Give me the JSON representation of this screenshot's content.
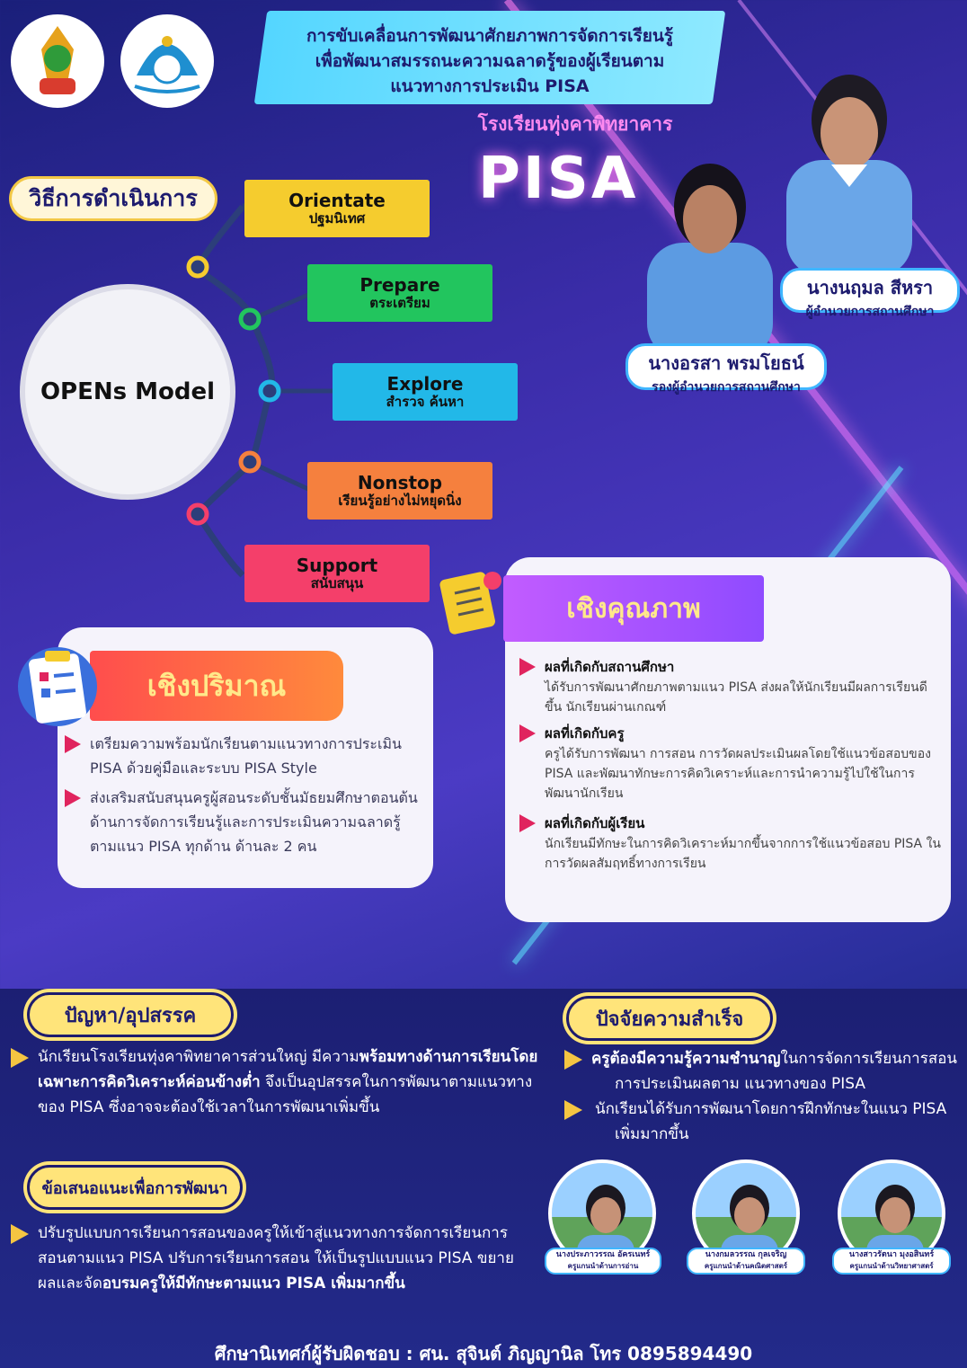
{
  "header": {
    "title_line1": "การขับเคลื่อนการพัฒนาศักยภาพการจัดการเรียนรู้",
    "title_line2": "เพื่อพัฒนาสมรรถนะความฉลาดรู้ของผู้เรียนตาม",
    "title_line3": "แนวทางการประเมิน PISA",
    "school": "โรงเรียนทุ่งคาพิทยาคาร",
    "big_label": "PISA"
  },
  "people": {
    "director_name": "นางนฤมล สีหรา",
    "director_role": "ผู้อำนวยการสถานศึกษา",
    "deputy_name": "นางอรสา พรมโยธน์",
    "deputy_role": "รองผู้อำนวยการสถานศึกษา"
  },
  "method": {
    "heading": "วิธีการดำเนินการ",
    "model": "OPENs Model",
    "steps": [
      {
        "en": "Orientate",
        "th": "ปฐมนิเทศ",
        "color": "#f5cc2e"
      },
      {
        "en": "Prepare",
        "th": "ตระเตรียม",
        "color": "#22c55e"
      },
      {
        "en": "Explore",
        "th": "สำรวจ ค้นหา",
        "color": "#22b8e8"
      },
      {
        "en": "Nonstop",
        "th": "เรียนรู้อย่างไม่หยุดนิ่ง",
        "color": "#f5803e"
      },
      {
        "en": "Support",
        "th": "สนับสนุน",
        "color": "#f43f6a"
      }
    ]
  },
  "quantity": {
    "label": "เชิงปริมาณ",
    "item1": "เตรียมความพร้อมนักเรียนตามแนวทางการประเมิน PISA ด้วยคู่มือและระบบ PISA Style",
    "item2": "ส่งเสริมสนับสนุนครูผู้สอนระดับชั้นมัธยมศึกษาตอนต้น ด้านการจัดการเรียนรู้และการประเมินความฉลาดรู้ตามแนว PISA ทุกด้าน ด้านละ 2 คน"
  },
  "quality": {
    "label": "เชิงคุณภาพ",
    "h1": "ผลที่เกิดกับสถานศึกษา",
    "b1": "ได้รับการพัฒนาศักยภาพตามแนว PISA ส่งผลให้นักเรียนมีผลการเรียนดีขึ้น นักเรียนผ่านเกณฑ์",
    "h2": "ผลที่เกิดกับครู",
    "b2": "ครูได้รับการพัฒนา การสอน การวัดผลประเมินผลโดยใช้แนวข้อสอบของ PISA และพัฒนาทักษะการคิดวิเคราะห์และการนำความรู้ไปใช้ในการพัฒนานักเรียน",
    "h3": "ผลที่เกิดกับผู้เรียน",
    "b3": "นักเรียนมีทักษะในการคิดวิเคราะห์มากขึ้นจากการใช้แนวข้อสอบ PISA ในการวัดผลสัมฤทธิ์ทางการเรียน"
  },
  "problems": {
    "heading": "ปัญหา/อุปสรรค",
    "t1": "นักเรียนโรงเรียนทุ่งคาพิทยาคารส่วนใหญ่ มีความ",
    "t2": "พร้อมทางด้านการเรียนโดยเฉพาะการคิดวิเคราะห์ค่อนข้างต่ำ",
    "t3": " จึงเป็นอุปสรรคในการพัฒนาตามแนวทางของ PISA ซึ่งอาจจะต้องใช้เวลาในการพัฒนาเพิ่มขึ้น"
  },
  "success": {
    "heading": "ปัจจัยความสำเร็จ",
    "i1_bold": "ครูต้องมีความรู้ความชำนาญ",
    "i1_rest": "ในการจัดการเรียนการสอน",
    "i1_line2": "การประเมินผลตาม  แนวทางของ PISA",
    "i2_line1": "นักเรียนได้รับการพัฒนาโดยการฝึกทักษะในแนว PISA",
    "i2_line2": "เพิ่มมากขึ้น"
  },
  "suggest": {
    "heading": "ข้อเสนอแนะเพื่อการพัฒนา",
    "t1": "ปรับรูปแบบการเรียนการสอนของครูให้เข้าสู่แนวทางการจัดการเรียนการสอนตามแนว PISA ปรับการเรียนการสอน ให้เป็นรูปแบบแนว PISA ขยายผลและจัด",
    "t2": "อบรมครูให้มีทักษะตามแนว PISA เพิ่มมากขึ้น"
  },
  "teachers": [
    {
      "name": "นางประภาวรรณ อัครเนทร์",
      "role": "ครูแกนนำด้านการอ่าน"
    },
    {
      "name": "นางกมลวรรณ กุลเจริญ",
      "role": "ครูแกนนำด้านคณิตศาสตร์"
    },
    {
      "name": "นางสาวรัตนา มุงอสินทร์",
      "role": "ครูแกนนำด้านวิทยาศาสตร์"
    }
  ],
  "footer": "ศึกษานิเทศก์ผู้รับผิดชอบ : ศน. สุจินต์ ภิญญานิล โทร 0895894490"
}
